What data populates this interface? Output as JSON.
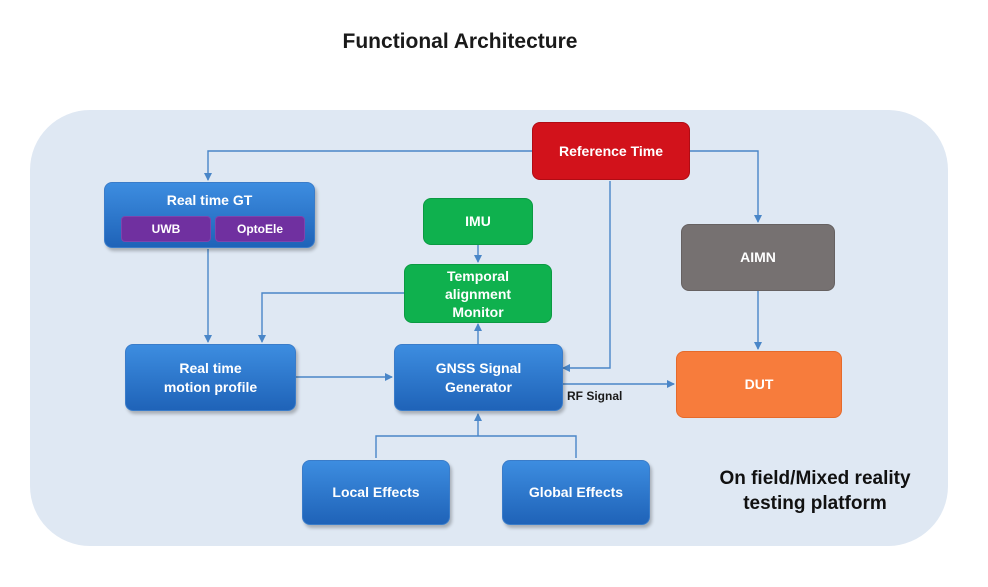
{
  "title": "Functional Architecture",
  "nodes": {
    "reference_time": "Reference Time",
    "real_time_gt": "Real time GT",
    "uwb": "UWB",
    "optoele": "OptoEle",
    "imu": "IMU",
    "temporal_alignment_monitor": "Temporal\nalignment\nMonitor",
    "aimn": "AIMN",
    "real_time_motion_profile": "Real time\nmotion profile",
    "gnss_signal_generator": "GNSS Signal\nGenerator",
    "dut": "DUT",
    "local_effects": "Local Effects",
    "global_effects": "Global Effects"
  },
  "edge_labels": {
    "rf_signal": "RF Signal"
  },
  "platform_label": "On field/Mixed reality\ntesting platform",
  "colors": {
    "panel": "#dfe8f3",
    "blue_box": "#2a73cc",
    "green_box": "#0fb14e",
    "red_box": "#d2121b",
    "gray_box": "#767171",
    "orange_box": "#f77c3c",
    "purple_box": "#7030a0",
    "connector": "#4a86c8"
  }
}
